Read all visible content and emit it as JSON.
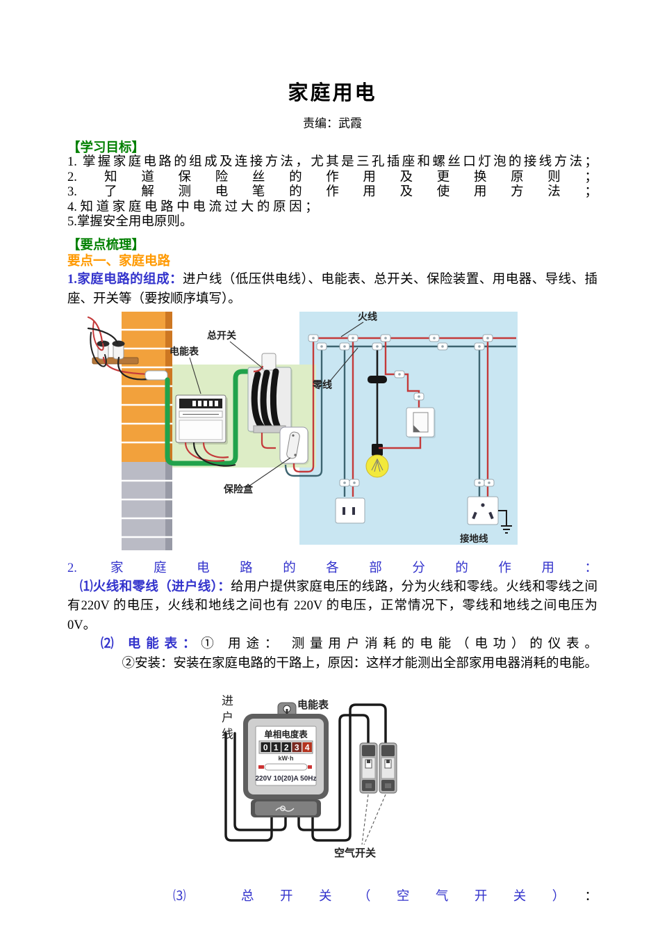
{
  "page": {
    "title": "家庭用电",
    "byline": "责编：武霞"
  },
  "objectives": {
    "header": "【学习目标】",
    "items": [
      "1. 掌握家庭电路的组成及连接方法，尤其是三孔插座和螺丝口灯泡的接线方法；",
      "2. 知道保险丝的作用及更换原则；",
      "3. 了解测电笔的作用及使用方法；",
      "4. 知 道 家 庭 电 路 中 电 流 过 大 的 原 因 ；",
      "5.掌握安全用电原则。"
    ]
  },
  "outline": {
    "header": "【要点梳理】",
    "topic1": "要点一、家庭电路",
    "point1_label": "1.家庭电路的组成：",
    "point1_text": "进户线（低压供电线）、电能表、总开关、保险装置、用电器、导线、插座、开关等（要按顺序填写）。",
    "point2_heading": "2. 家庭电路的各部分的作用：",
    "sub1_label": "⑴火线和零线（进户线）：",
    "sub1_text": "给用户提供家庭电压的线路，分为火线和零线。火线和零线之间有220V 的电压，火线和地线之间也有 220V 的电压，正常情况下，零线和地线之间电压为 0V。",
    "sub2_label": "⑵ 电能表：",
    "sub2_text": "① 用途： 测量用户消耗的电能（电功）的仪表。",
    "sub2b_text": "②安装：安装在家庭电路的干路上，原因：这样才能测出全部家用电器消耗的电能。",
    "sub3_label": "⑶ 总开关（空气开关）",
    "sub3_colon": "："
  },
  "diagram1": {
    "labels": {
      "meter": "电能表",
      "main_switch": "总开关",
      "fuse_box": "保险盒",
      "live_wire": "火线",
      "neutral_wire": "零线",
      "ground_wire": "接地线"
    },
    "colors": {
      "sky_blue": "#c9e6f2",
      "panel_green": "#ddedc6",
      "brick_orange": "#f2a13c",
      "brick_gray": "#babbc5",
      "wire_green": "#21a24b",
      "wire_live_red": "#c43a3a",
      "wire_neutral_teal": "#3d6470",
      "bulb_yellow": "#f2e93c"
    }
  },
  "diagram2": {
    "labels": {
      "incoming_line": "进户线",
      "meter": "电能表",
      "air_switch": "空气开关"
    },
    "meter": {
      "name": "单相电度表",
      "digits": [
        "0",
        "1",
        "2",
        "3",
        "4"
      ],
      "unit": "kW·h",
      "rating": "220V 10(20)A 50Hz"
    }
  },
  "colors": {
    "heading_green": "#008000",
    "topic_orange": "#ff9900",
    "label_blue": "#3333cc"
  }
}
